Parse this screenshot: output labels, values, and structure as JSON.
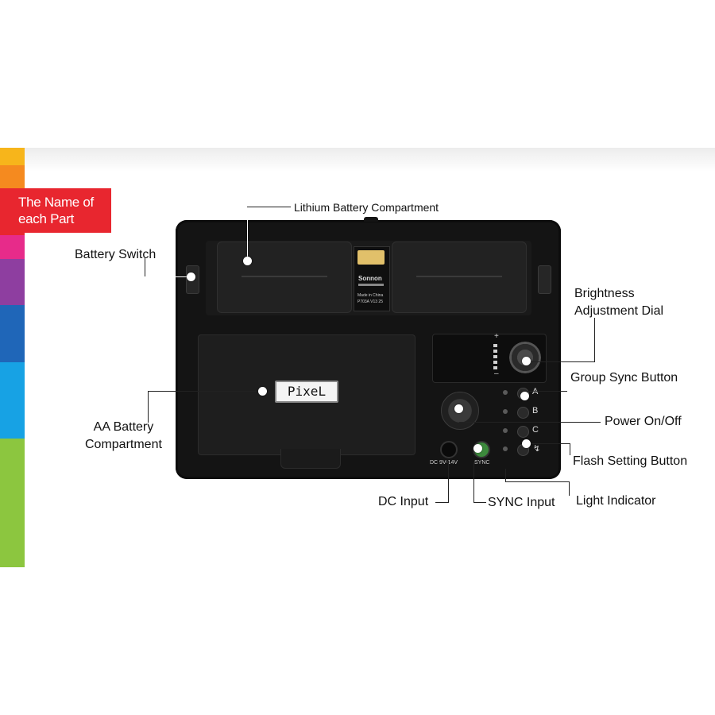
{
  "banner": {
    "line1": "The Name of",
    "line2": "each Part"
  },
  "colors": {
    "banner_red": "#e8262f",
    "strip": [
      "#f7b51b",
      "#f58a1f",
      "#e8262f",
      "#e72b8a",
      "#8e3ea0",
      "#1f66b8",
      "#17a2e4",
      "#8cc63f"
    ]
  },
  "device": {
    "logo": "PixeL",
    "battery_sticker": {
      "brand": "Sonnon",
      "made_in": "Made in China",
      "model": "P703A V13 25"
    },
    "dc_label": "DC 9V-14V",
    "sync_label": "SYNC",
    "group_letters": [
      "A",
      "B",
      "C"
    ],
    "brightness_plus": "+",
    "brightness_minus": "–"
  },
  "labels": {
    "lithium_battery": "Lithium Battery Compartment",
    "battery_switch": "Battery Switch",
    "brightness_line1": "Brightness",
    "brightness_line2": "Adjustment Dial",
    "group_sync": "Group Sync Button",
    "power": "Power On/Off",
    "flash_setting": "Flash Setting Button",
    "aa_line1": "AA Battery",
    "aa_line2": "Compartment",
    "dc_input": "DC Input",
    "sync_input": "SYNC Input",
    "light_indicator": "Light Indicator"
  }
}
